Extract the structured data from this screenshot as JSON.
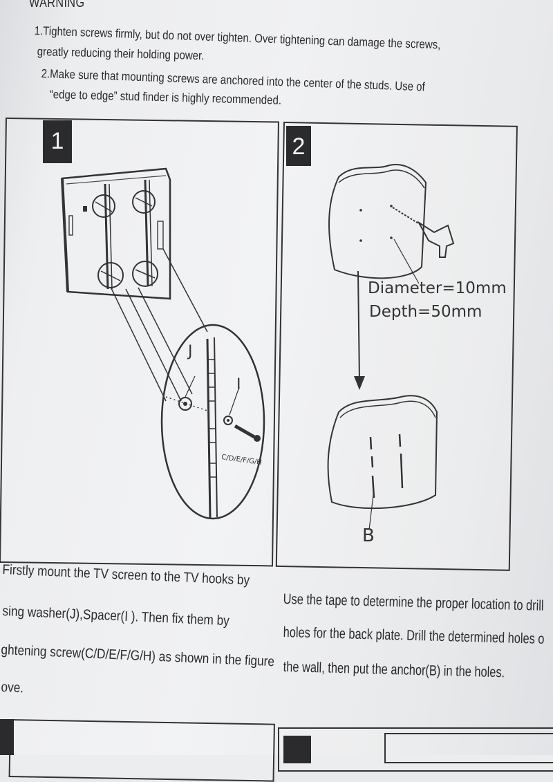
{
  "warning": {
    "title": "WARNING",
    "lines": [
      "1.Tighten screws firmly, but do not over tighten. Over tightening can damage the screws,",
      "greatly reducing their holding power.",
      "2.Make sure that mounting screws are anchored into the center of the studs. Use of",
      "“edge to edge” stud finder is highly recommended."
    ]
  },
  "step1": {
    "number": "1",
    "label_j": "J",
    "label_i": "I",
    "label_screw": "C/D/E/F/G/H",
    "caption_lines": [
      "Firstly mount the TV screen to the TV hooks by",
      "sing washer(J),Spacer(I ). Then fix them by",
      "ghtening screw(C/D/E/F/G/H) as shown in the figure",
      "ove."
    ]
  },
  "step2": {
    "number": "2",
    "diameter": "Diameter=10mm",
    "depth": "Depth=50mm",
    "label_b": "B",
    "caption_lines": [
      "Use the tape to determine the proper location to drill",
      "holes for the back plate. Drill the determined holes o",
      "the wall, then put the anchor(B) in the holes."
    ]
  }
}
